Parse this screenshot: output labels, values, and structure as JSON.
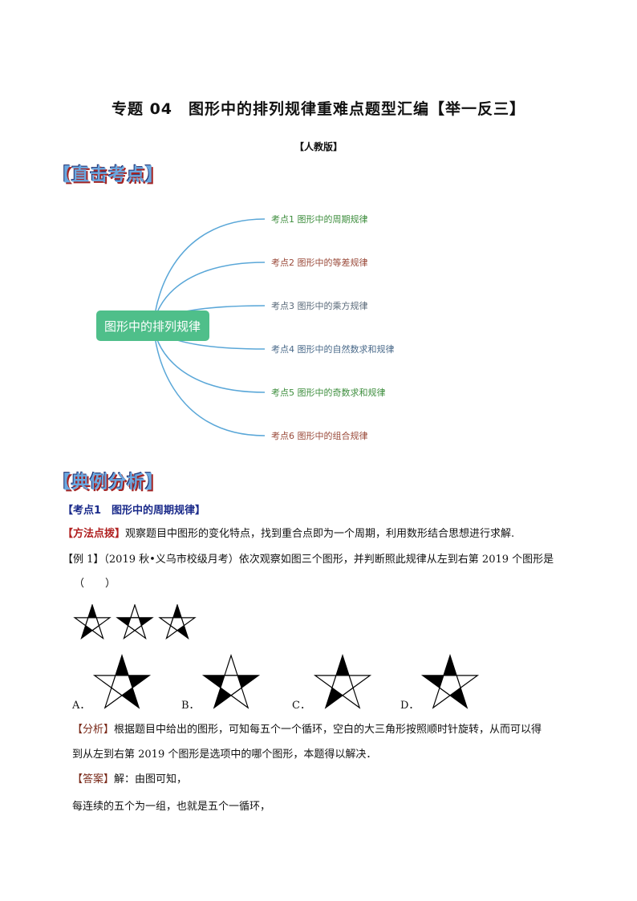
{
  "header": {
    "title": "专题 04　图形中的排列规律重难点题型汇编【举一反三】",
    "edition": "【人教版】"
  },
  "sections": {
    "direct_points": "【直击考点】",
    "example_analysis": "【典例分析】"
  },
  "mindmap": {
    "center": "图形中的排列规律",
    "center_color": "#4fbf8a",
    "line_color": "#5aa7d8",
    "items": [
      {
        "label": "考点1  图形中的周期规律",
        "color": "#3e8e3e"
      },
      {
        "label": "考点2  图形中的等差规律",
        "color": "#9a4a3a"
      },
      {
        "label": "考点3  图形中的乘方规律",
        "color": "#5a6a7a"
      },
      {
        "label": "考点4  图形中的自然数求和规律",
        "color": "#4a6a8a"
      },
      {
        "label": "考点5  图形中的奇数求和规律",
        "color": "#3e8e3e"
      },
      {
        "label": "考点6  图形中的组合规律",
        "color": "#9a4a3a"
      }
    ]
  },
  "content": {
    "kaodian1": "【考点1　图形中的周期规律】",
    "method_tag": "【方法点拨】",
    "method_text": "观察题目中图形的变化特点，找到重合点即为一个周期，利用数形结合思想进行求解.",
    "example_line1": "【例 1】（2019 秋•义乌市校级月考）依次观察如图三个图形，并判断照此规律从左到右第 2019 个图形是",
    "example_line2": "（　　）",
    "options": [
      "A．",
      "B．",
      "C．",
      "D．"
    ],
    "analysis_tag": "【分析】",
    "analysis_text1": "根据题目中给出的图形，可知每五个一个循环，空白的大三角形按照顺时针旋转，从而可以得",
    "analysis_text2": "到从左到右第 2019 个图形是选项中的哪个图形，本题得以解决．",
    "answer_tag": "【答案】",
    "answer_text": "解：由图可知，",
    "answer_line2": "每连续的五个为一组，也就是五个一循环，"
  }
}
